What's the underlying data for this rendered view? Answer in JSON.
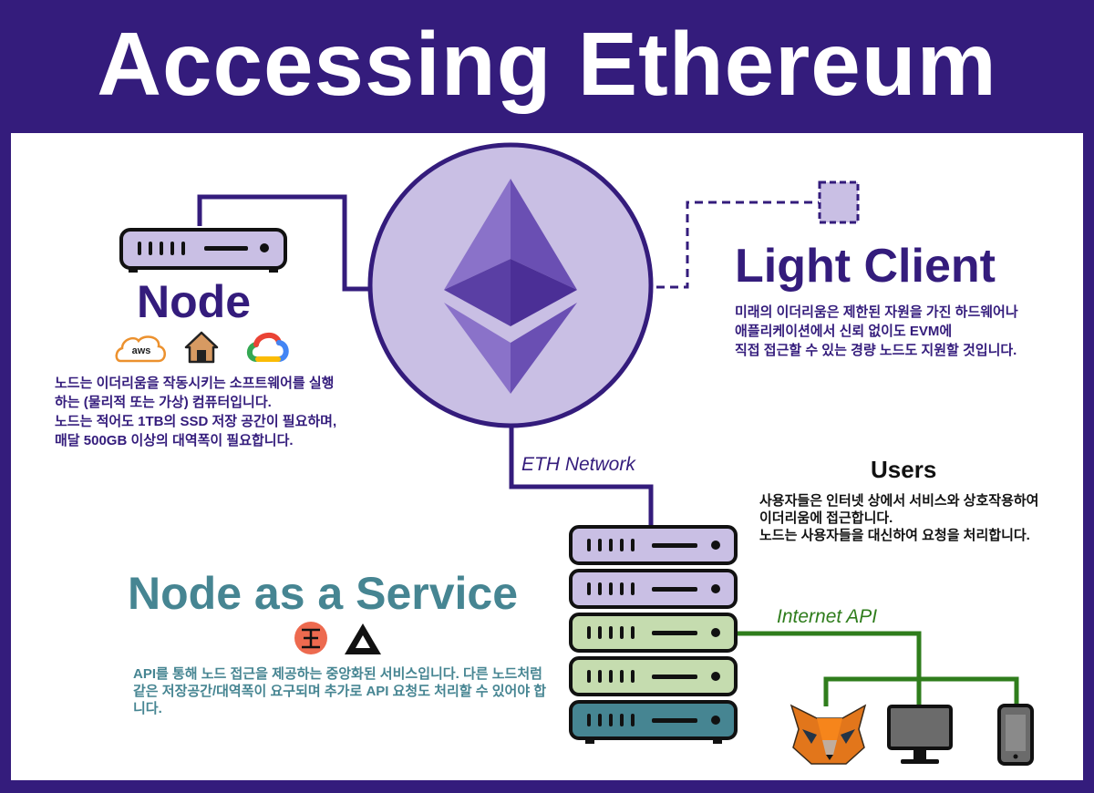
{
  "title": "Accessing Ethereum",
  "node": {
    "title": "Node",
    "icons": [
      "aws-icon",
      "home-icon",
      "google-cloud-icon"
    ],
    "icon_text_aws": "aws",
    "description": "노드는 이더리움을 작동시키는 소프트웨어를 실행\n하는 (물리적 또는 가상) 컴퓨터입니다.\n노드는 적어도 1TB의 SSD 저장 공간이 필요하며,\n매달 500GB 이상의 대역폭이 필요합니다."
  },
  "light_client": {
    "title": "Light Client",
    "description": "미래의 이더리움은 제한된 자원을 가진 하드웨어나\n애플리케이션에서 신뢰 없이도 EVM에\n직접 접근할 수 있는 경량 노드도 지원할 것입니다."
  },
  "users": {
    "title": "Users",
    "description": "사용자들은 인터넷 상에서 서비스와 상호작용하여\n이더리움에 접근합니다.\n노드는 사용자들을 대신하여 요청을 처리합니다.",
    "icons": [
      "metamask-fox-icon",
      "desktop-monitor-icon",
      "mobile-phone-icon"
    ]
  },
  "node_as_a_service": {
    "title": "Node as a Service",
    "icons": [
      "infura-icon",
      "alchemy-icon"
    ],
    "description": "API를 통해 노드 접근을 제공하는 중앙화된 서비스입니다. 다른 노드처럼 같은 저장공간/대역폭이 요구되며 추가로 API 요청도 처리할 수 있어야 합니다."
  },
  "labels": {
    "eth_network": "ETH Network",
    "internet_api": "Internet API"
  },
  "colors": {
    "primary": "#341c7c",
    "light_purple": "#c9bfe4",
    "green": "#2f7d1c",
    "light_green": "#c5dcaf",
    "teal": "#468592"
  }
}
